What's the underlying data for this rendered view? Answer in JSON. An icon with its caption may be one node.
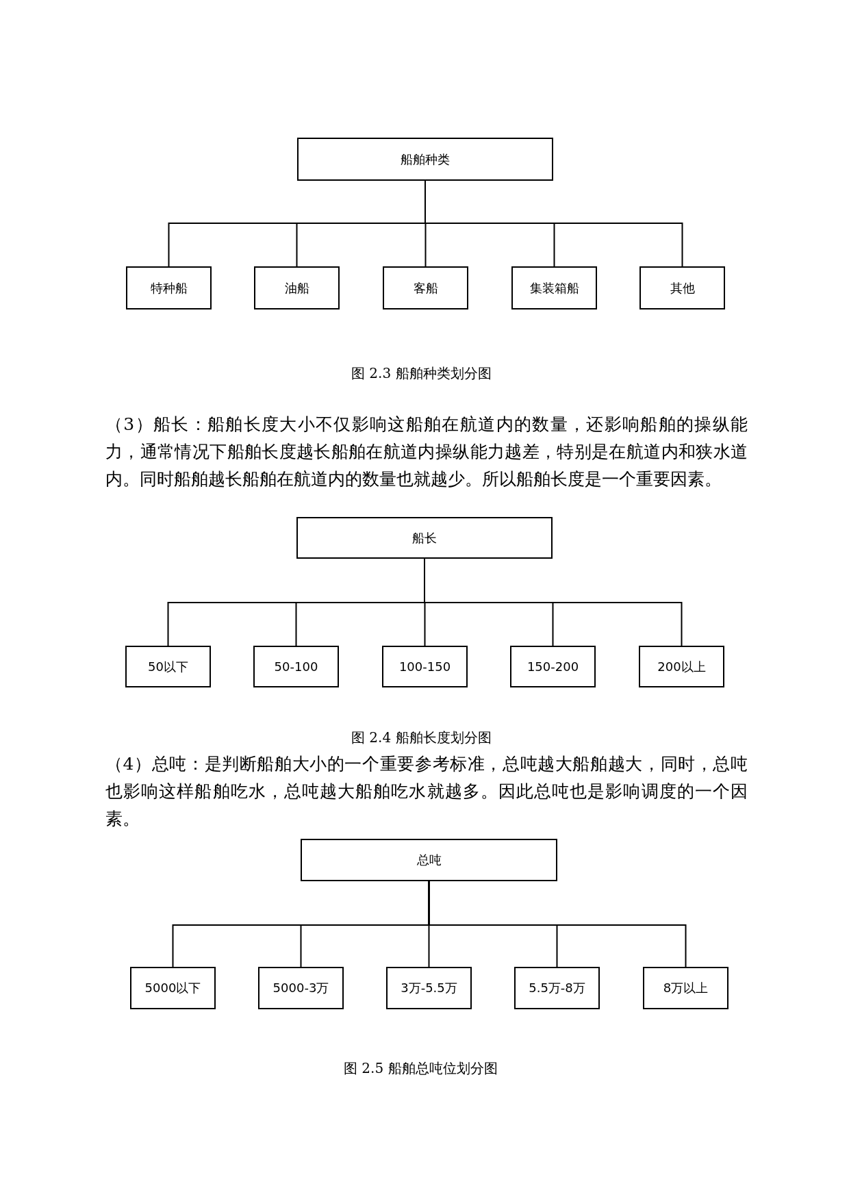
{
  "diagram": {
    "nodes": [
      {
        "text": [
          "船舶种类"
        ]
      },
      {
        "text": [
          "特种船"
        ]
      },
      {
        "text": [
          "油船"
        ]
      },
      {
        "text": [
          "客船"
        ]
      },
      {
        "text": [
          "集装箱船"
        ]
      },
      {
        "text": [
          "其他"
        ]
      },
      {
        "text": [
          "船长"
        ]
      },
      {
        "text": [
          "50以下"
        ]
      },
      {
        "text": [
          "50-100"
        ]
      },
      {
        "text": [
          "100-150"
        ]
      },
      {
        "text": [
          "150-200"
        ]
      },
      {
        "text": [
          "200以上"
        ]
      },
      {
        "text": [
          "总吨"
        ]
      },
      {
        "text": [
          "5000以下"
        ]
      },
      {
        "text": [
          "5000-3万"
        ]
      },
      {
        "text": [
          "3万-5.5万"
        ]
      },
      {
        "text": [
          "5.5万-8万"
        ]
      },
      {
        "text": [
          "8万以上"
        ]
      }
    ],
    "edges": [
      {
        "from": 0,
        "to": 1,
        "arrow": "none"
      },
      {
        "from": 0,
        "to": 2,
        "arrow": "none"
      },
      {
        "from": 0,
        "to": 3,
        "arrow": "none"
      },
      {
        "from": 0,
        "to": 4,
        "arrow": "none"
      },
      {
        "from": 0,
        "to": 5,
        "arrow": "none"
      },
      {
        "from": 6,
        "to": 7,
        "arrow": "none"
      },
      {
        "from": 6,
        "to": 8,
        "arrow": "none"
      },
      {
        "from": 6,
        "to": 9,
        "arrow": "none"
      },
      {
        "from": 6,
        "to": 10,
        "arrow": "none"
      },
      {
        "from": 6,
        "to": 11,
        "arrow": "none"
      },
      {
        "from": 12,
        "to": 13,
        "arrow": "none"
      },
      {
        "from": 12,
        "to": 14,
        "arrow": "none"
      },
      {
        "from": 12,
        "to": 15,
        "arrow": "none"
      },
      {
        "from": 12,
        "to": 16,
        "arrow": "none"
      },
      {
        "from": 12,
        "to": 17,
        "arrow": "none"
      }
    ],
    "labels": [
      "图 2.3 船舶种类划分图",
      "（3）船长：船舶长度大小不仅影响这船舶在航道内的数量，还影响船舶的操纵能力，通常情况下船舶长度越长船舶在航道内操纵能力越差，特别是在航道内和狭水道内。同时船舶越长船舶在航道内的数量也就越少。所以船舶长度是一个重要因素。",
      "图 2.4 船舶长度划分图",
      "（4）总吨：是判断船舶大小的一个重要参考标准，总吨越大船舶越大，同时，总吨也影响这样船舶吃水，总吨越大船舶吃水就越多。因此总吨也是影响调度的一个因素。",
      "图 2.5 船舶总吨位划分图"
    ]
  }
}
